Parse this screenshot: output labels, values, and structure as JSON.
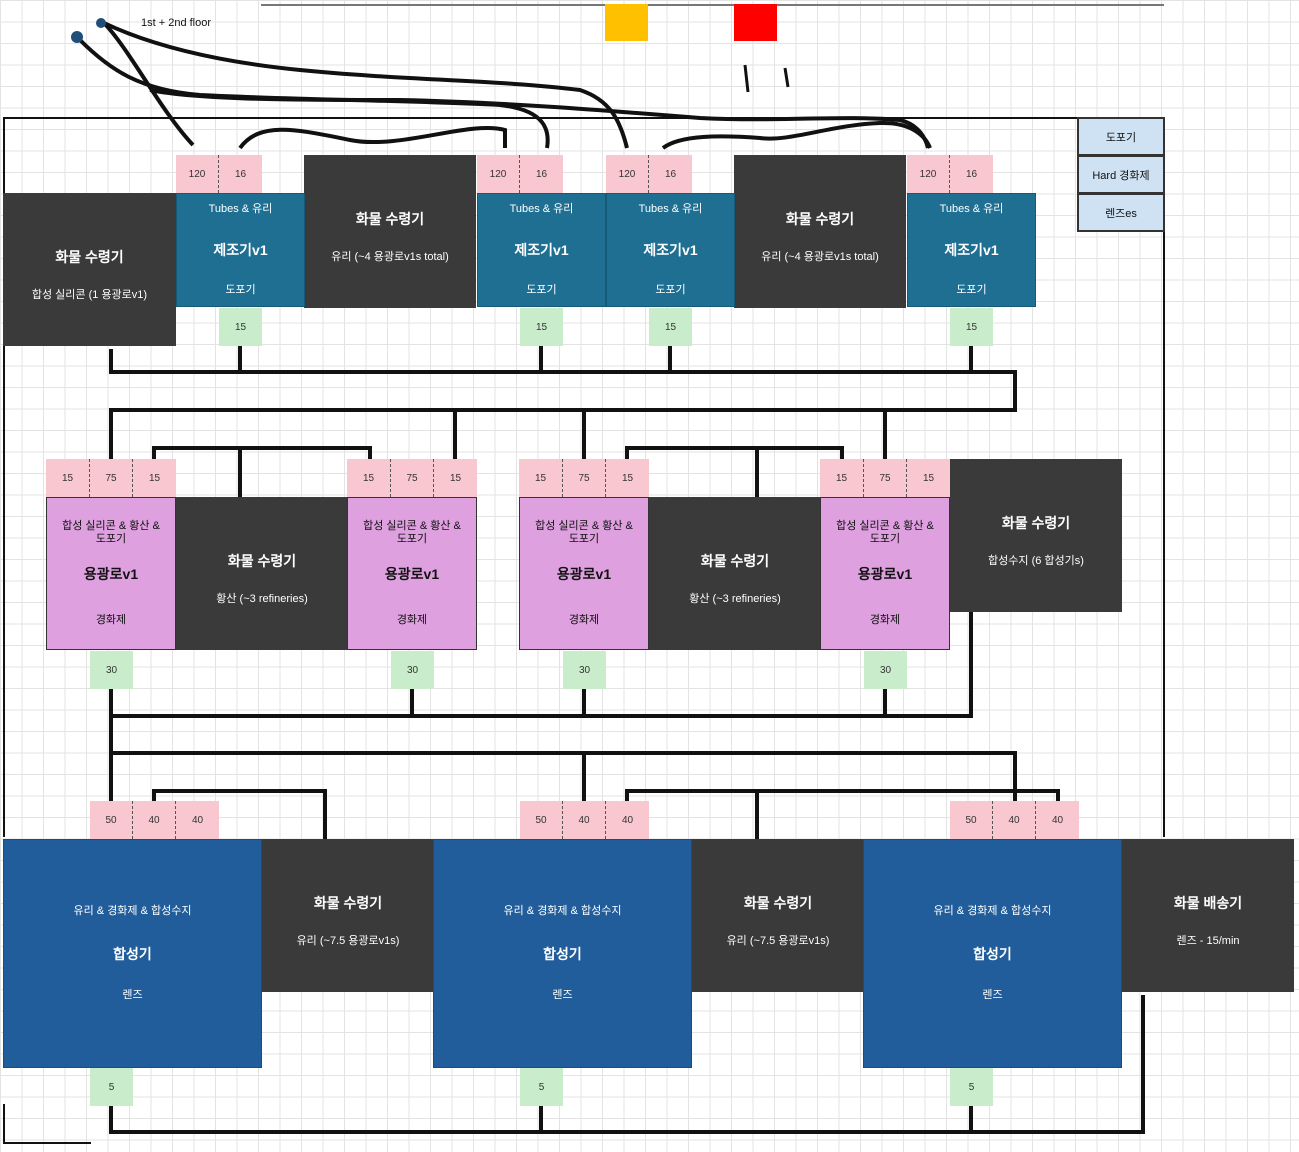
{
  "title": "1st + 2nd floor",
  "colors": {
    "dark": "#3a3a3a",
    "constructor": "#1f6f92",
    "smelter": "#dea0de",
    "assembler": "#215d9a",
    "input": "#f9c7cf",
    "output": "#c9eccb",
    "legend": "#cfe2f3",
    "swatch_orange": "#ffc000",
    "swatch_red": "#ff0000"
  },
  "legend": [
    "도포기",
    "Hard 경화제",
    "렌즈es"
  ],
  "row1": {
    "receivers": [
      {
        "name": "화물 수령기",
        "desc": "합성 실리콘 (1 용광로v1)"
      },
      {
        "name": "화물 수령기",
        "desc": "유리 (~4 용광로v1s total)"
      },
      {
        "name": "화물 수령기",
        "desc": "유리 (~4 용광로v1s total)"
      }
    ],
    "machines": [
      {
        "top": "Tubes & 유리",
        "name": "제조기v1",
        "bottom": "도포기",
        "in": [
          "120",
          "16"
        ],
        "out": "15"
      },
      {
        "top": "Tubes & 유리",
        "name": "제조기v1",
        "bottom": "도포기",
        "in": [
          "120",
          "16"
        ],
        "out": "15"
      },
      {
        "top": "Tubes & 유리",
        "name": "제조기v1",
        "bottom": "도포기",
        "in": [
          "120",
          "16"
        ],
        "out": "15"
      },
      {
        "top": "Tubes & 유리",
        "name": "제조기v1",
        "bottom": "도포기",
        "in": [
          "120",
          "16"
        ],
        "out": "15"
      }
    ]
  },
  "row2": {
    "receivers": [
      {
        "name": "화물 수령기",
        "desc": "황산 (~3 refineries)"
      },
      {
        "name": "화물 수령기",
        "desc": "황산 (~3 refineries)"
      },
      {
        "name": "화물 수령기",
        "desc": "합성수지 (6 합성기s)"
      }
    ],
    "machines": [
      {
        "top": "합성 실리콘 & 황산 & 도포기",
        "name": "용광로v1",
        "bottom": "경화제",
        "in": [
          "15",
          "75",
          "15"
        ],
        "out": "30"
      },
      {
        "top": "합성 실리콘 & 황산 & 도포기",
        "name": "용광로v1",
        "bottom": "경화제",
        "in": [
          "15",
          "75",
          "15"
        ],
        "out": "30"
      },
      {
        "top": "합성 실리콘 & 황산 & 도포기",
        "name": "용광로v1",
        "bottom": "경화제",
        "in": [
          "15",
          "75",
          "15"
        ],
        "out": "30"
      },
      {
        "top": "합성 실리콘 & 황산 & 도포기",
        "name": "용광로v1",
        "bottom": "경화제",
        "in": [
          "15",
          "75",
          "15"
        ],
        "out": "30"
      }
    ]
  },
  "row3": {
    "receivers": [
      {
        "name": "화물 수령기",
        "desc": "유리 (~7.5 용광로v1s)"
      },
      {
        "name": "화물 수령기",
        "desc": "유리 (~7.5 용광로v1s)"
      }
    ],
    "sender": {
      "name": "화물 배송기",
      "desc": "렌즈 - 15/min"
    },
    "machines": [
      {
        "top": "유리 & 경화제 & 합성수지",
        "name": "합성기",
        "bottom": "렌즈",
        "in": [
          "50",
          "40",
          "40"
        ],
        "out": "5"
      },
      {
        "top": "유리 & 경화제 & 합성수지",
        "name": "합성기",
        "bottom": "렌즈",
        "in": [
          "50",
          "40",
          "40"
        ],
        "out": "5"
      },
      {
        "top": "유리 & 경화제 & 합성수지",
        "name": "합성기",
        "bottom": "렌즈",
        "in": [
          "50",
          "40",
          "40"
        ],
        "out": "5"
      }
    ]
  }
}
